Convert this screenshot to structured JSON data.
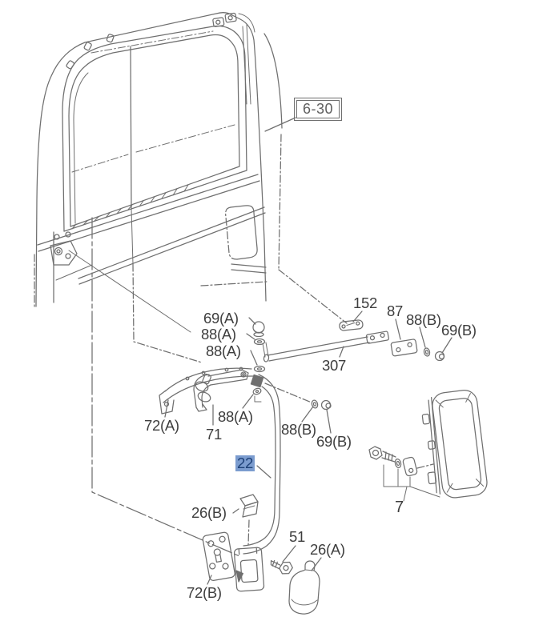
{
  "diagram": {
    "type": "parts-exploded-diagram",
    "subject": "door and outside mirror assembly",
    "ref_box_label": "6-30",
    "selected_part": "22",
    "colors": {
      "background": "#ffffff",
      "line_art": "#6f6f6f",
      "label_text": "#3e3e3e",
      "highlight_bg": "#7b9ccf",
      "highlight_text": "#1d4077"
    }
  },
  "labels": [
    {
      "id": "69A-upper",
      "text": "69(A)"
    },
    {
      "id": "88A-upper1",
      "text": "88(A)"
    },
    {
      "id": "88A-upper2",
      "text": "88(A)"
    },
    {
      "id": "152",
      "text": "152"
    },
    {
      "id": "87",
      "text": "87"
    },
    {
      "id": "88B-upper",
      "text": "88(B)"
    },
    {
      "id": "69B-upper",
      "text": "69(B)"
    },
    {
      "id": "307",
      "text": "307"
    },
    {
      "id": "72A",
      "text": "72(A)"
    },
    {
      "id": "71",
      "text": "71"
    },
    {
      "id": "88A-mid",
      "text": "88(A)"
    },
    {
      "id": "88B-mid",
      "text": "88(B)"
    },
    {
      "id": "69B-mid",
      "text": "69(B)"
    },
    {
      "id": "22",
      "text": "22"
    },
    {
      "id": "26B",
      "text": "26(B)"
    },
    {
      "id": "51",
      "text": "51"
    },
    {
      "id": "26A",
      "text": "26(A)"
    },
    {
      "id": "72B",
      "text": "72(B)"
    },
    {
      "id": "7",
      "text": "7"
    }
  ]
}
